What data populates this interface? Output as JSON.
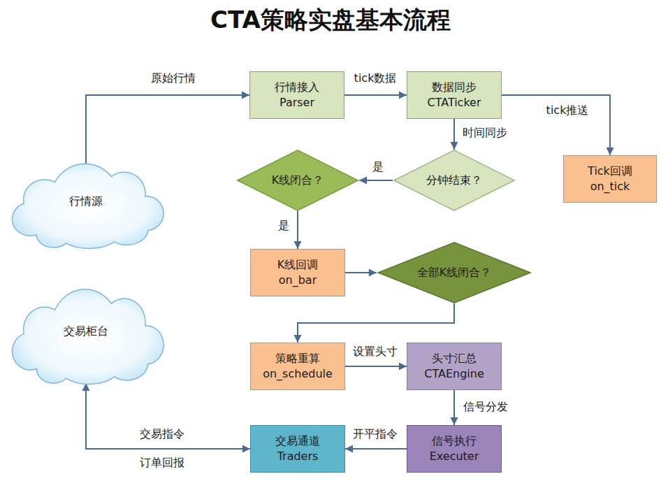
{
  "diagram": {
    "title": "CTA策略实盘基本流程",
    "nodes": [
      {
        "text": [
          "行情源"
        ]
      },
      {
        "text": [
          "行情接入",
          "Parser"
        ]
      },
      {
        "text": [
          "数据同步",
          "CTATicker"
        ]
      },
      {
        "text": [
          "Tick回调",
          "on_tick"
        ]
      },
      {
        "text": [
          "K线闭合？"
        ]
      },
      {
        "text": [
          "分钟结束？"
        ]
      },
      {
        "text": [
          "K线回调",
          "on_bar"
        ]
      },
      {
        "text": [
          "全部K线闭合？"
        ]
      },
      {
        "text": [
          "交易柜台"
        ]
      },
      {
        "text": [
          "策略重算",
          "on_schedule"
        ]
      },
      {
        "text": [
          "头寸汇总",
          "CTAEngine"
        ]
      },
      {
        "text": [
          "交易通道",
          "Traders"
        ]
      },
      {
        "text": [
          "信号执行",
          "Executer"
        ]
      }
    ],
    "edges": [
      {
        "from": 0,
        "to": 1,
        "label": "原始行情",
        "arrow": "to"
      },
      {
        "from": 1,
        "to": 2,
        "label": "tick数据",
        "arrow": "to"
      },
      {
        "from": 2,
        "to": 3,
        "label": "tick推送",
        "arrow": "to"
      },
      {
        "from": 2,
        "to": 5,
        "label": "时间同步",
        "arrow": "to"
      },
      {
        "from": 5,
        "to": 4,
        "label": "是",
        "arrow": "to"
      },
      {
        "from": 4,
        "to": 6,
        "label": "是",
        "arrow": "to"
      },
      {
        "from": 6,
        "to": 7,
        "arrow": "to"
      },
      {
        "from": 7,
        "to": 9,
        "arrow": "to"
      },
      {
        "from": 9,
        "to": 10,
        "label": "设置头寸",
        "arrow": "to"
      },
      {
        "from": 10,
        "to": 12,
        "label": "信号分发",
        "arrow": "to"
      },
      {
        "from": 12,
        "to": 11,
        "label": "开平指令",
        "arrow": "to"
      },
      {
        "from": 11,
        "to": 8,
        "label": "交易指令",
        "arrow": "both"
      }
    ],
    "labels": [
      "订单回报"
    ]
  }
}
